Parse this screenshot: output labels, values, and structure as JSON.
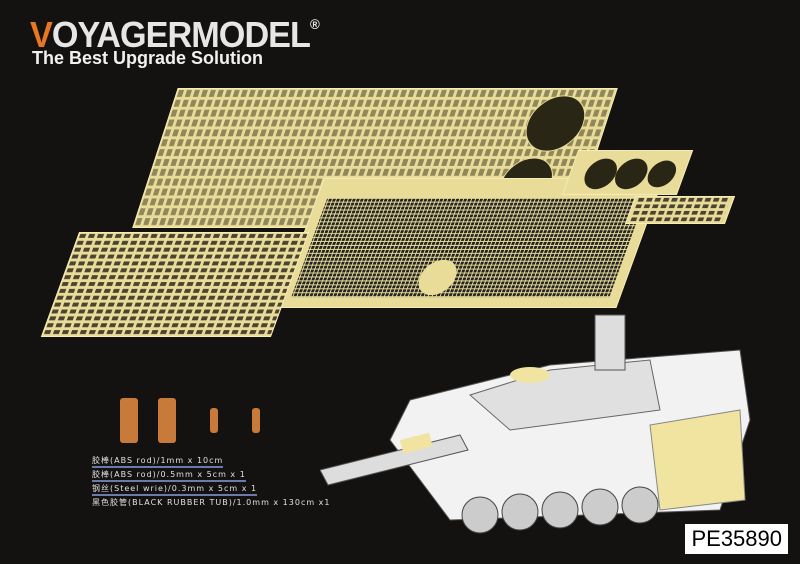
{
  "brand": {
    "name_first": "VOYAGER",
    "name_second": "MODEL",
    "registered": "®",
    "tagline": "The Best Upgrade Solution"
  },
  "parts_list": [
    "胶棒(ABS rod)/1mm x 10cm",
    "胶棒(ABS rod)/0.5mm x 5cm x 1",
    "钢丝(Steel wrie)/0.3mm x 5cm x 1",
    "黑色胶管(BLACK RUBBER TUB)/1.0mm x 130cm x1"
  ],
  "product_code": "PE35890",
  "colors": {
    "brass": "#e8dc98",
    "accent": "#e87722",
    "background": "#141210"
  }
}
